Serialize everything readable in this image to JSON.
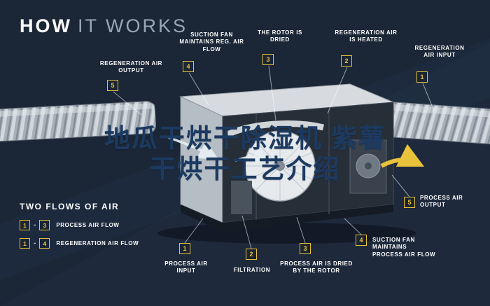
{
  "title": {
    "part1": "HOW",
    "part2": "IT WORKS"
  },
  "overlay_text": {
    "line1": "地瓜干烘干除湿机 紫薯",
    "line2": "干烘干工艺介绍"
  },
  "callouts_top": [
    {
      "num": "5",
      "label": "REGENERATION AIR OUTPUT"
    },
    {
      "num": "4",
      "label": "SUCTION FAN MAINTAINS REG. AIR FLOW"
    },
    {
      "num": "3",
      "label": "THE ROTOR IS DRIED"
    },
    {
      "num": "2",
      "label": "REGENERATION AIR IS HEATED"
    },
    {
      "num": "1",
      "label": "REGENERATION AIR INPUT"
    }
  ],
  "callouts_bottom": [
    {
      "num": "1",
      "label": "PROCESS AIR INPUT"
    },
    {
      "num": "2",
      "label": "FILTRATION"
    },
    {
      "num": "3",
      "label": "PROCESS AIR IS DRIED BY THE ROTOR"
    },
    {
      "num": "4",
      "label": "SUCTION FAN MAINTAINS PROCESS AIR FLOW"
    },
    {
      "num": "5",
      "label": "PROCESS AIR OUTPUT"
    }
  ],
  "legend": {
    "title": "TWO FLOWS OF AIR",
    "rows": [
      {
        "start": "1",
        "separator": "-",
        "end": "3",
        "label": "PROCESS AIR FLOW"
      },
      {
        "start": "1",
        "separator": "-",
        "end": "4",
        "label": "REGENERATION AIR FLOW"
      }
    ]
  },
  "colors": {
    "background": "#1b2636",
    "accent_yellow": "#e9c23b",
    "label_text": "#ffffff",
    "overlay_blue": "#1c3a61"
  }
}
